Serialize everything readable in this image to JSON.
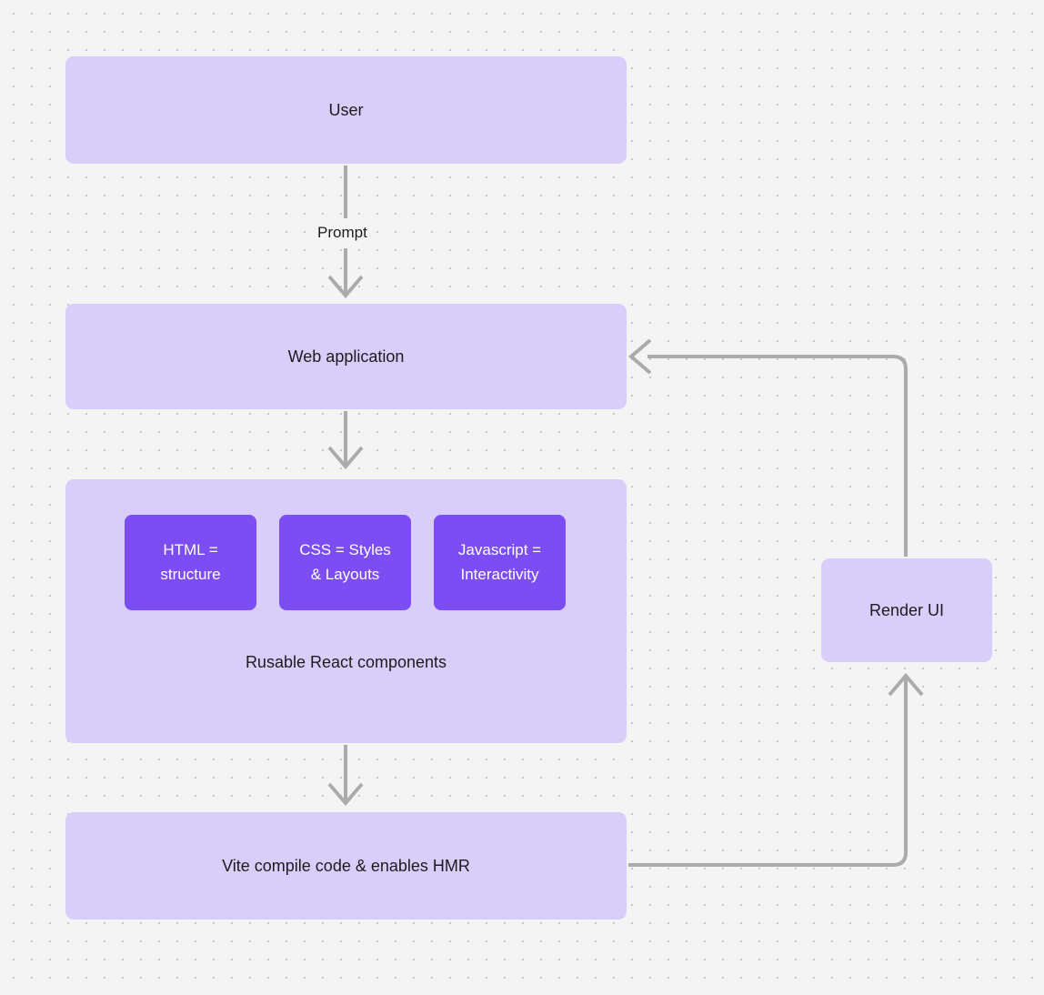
{
  "diagram": {
    "type": "flowchart",
    "title": "",
    "background_color": "#f4f4f4",
    "grid": "dotted",
    "colors": {
      "node_light_fill": "#d9cdfa",
      "node_solid_fill": "#7b4df2",
      "node_light_text": "#1c1c1c",
      "node_solid_text": "#ffffff",
      "edge_stroke": "#ababab",
      "grid_dot": "#c9c9c9"
    },
    "nodes": {
      "user": {
        "label": "User"
      },
      "web_application": {
        "label": "Web application"
      },
      "components_group": {
        "caption": "Rusable React components",
        "items": [
          {
            "label": "HTML =\nstructure"
          },
          {
            "label": "CSS = Styles\n& Layouts"
          },
          {
            "label": "Javascript =\nInteractivity"
          }
        ]
      },
      "vite": {
        "label": "Vite compile code & enables HMR"
      },
      "render_ui": {
        "label": "Render UI"
      }
    },
    "edges": [
      {
        "from": "user",
        "to": "web_application",
        "label": "Prompt",
        "direction": "down"
      },
      {
        "from": "web_application",
        "to": "components_group",
        "label": "",
        "direction": "down"
      },
      {
        "from": "components_group",
        "to": "vite",
        "label": "",
        "direction": "down"
      },
      {
        "from": "vite",
        "to": "render_ui",
        "label": "",
        "direction": "right-then-up"
      },
      {
        "from": "render_ui",
        "to": "web_application",
        "label": "",
        "direction": "up-then-left"
      }
    ]
  }
}
